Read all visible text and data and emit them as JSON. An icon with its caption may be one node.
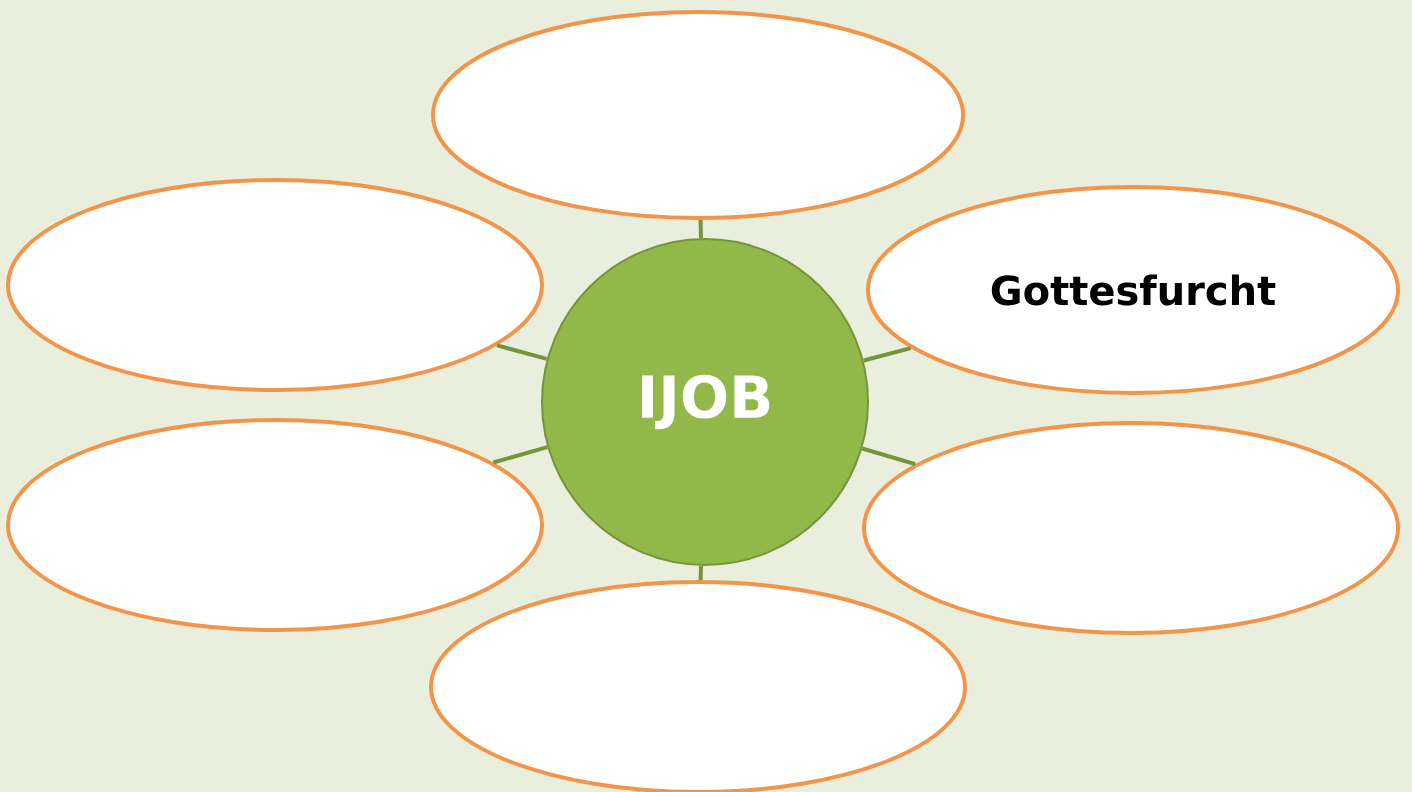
{
  "diagram": {
    "nodes": [
      {
        "text": [],
        "shape": "ellipse"
      },
      {
        "text": [],
        "shape": "ellipse"
      },
      {
        "text": [
          "IJOB"
        ]
      },
      {
        "text": [
          "Gottesfurcht"
        ]
      },
      {
        "text": [],
        "shape": "ellipse"
      },
      {
        "text": [],
        "shape": "ellipse"
      },
      {
        "text": [],
        "shape": "ellipse"
      }
    ],
    "edges": [
      {
        "from": 2,
        "to": 0,
        "arrow": "none"
      },
      {
        "from": 2,
        "to": 1,
        "arrow": "none"
      },
      {
        "from": 2,
        "to": 3,
        "arrow": "none"
      },
      {
        "from": 2,
        "to": 4,
        "arrow": "none"
      },
      {
        "from": 2,
        "to": 5,
        "arrow": "none"
      },
      {
        "from": 2,
        "to": 6,
        "arrow": "none"
      }
    ]
  }
}
